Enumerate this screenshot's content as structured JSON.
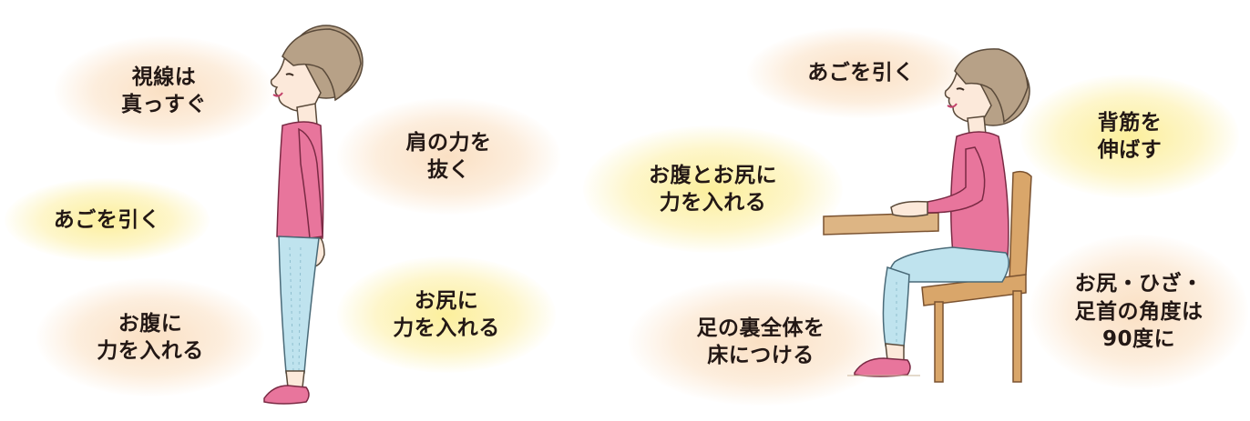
{
  "palette": {
    "peach_glow": "#FADEC0",
    "yellow_glow": "#FCEE96",
    "shirt": "#E8759C",
    "pants": "#BFE3EE",
    "hair": "#B7A187",
    "skin": "#FCE9DA",
    "chair": "#D9A66A",
    "table": "#DDB584",
    "text": "#231815"
  },
  "standing": {
    "gaze": [
      "視線は",
      "真っすぐ"
    ],
    "chin": [
      "あごを引く"
    ],
    "belly": [
      "お腹に",
      "力を入れる"
    ],
    "shoulders": [
      "肩の力を",
      "抜く"
    ],
    "buttocks": [
      "お尻に",
      "力を入れる"
    ]
  },
  "sitting": {
    "chin": [
      "あごを引く"
    ],
    "back": [
      "背筋を",
      "伸ばす"
    ],
    "belly_buttocks": [
      "お腹とお尻に",
      "力を入れる"
    ],
    "feet": [
      "足の裏全体を",
      "床につける"
    ],
    "angles": [
      "お尻・ひざ・",
      "足首の角度は",
      "90度に"
    ]
  }
}
